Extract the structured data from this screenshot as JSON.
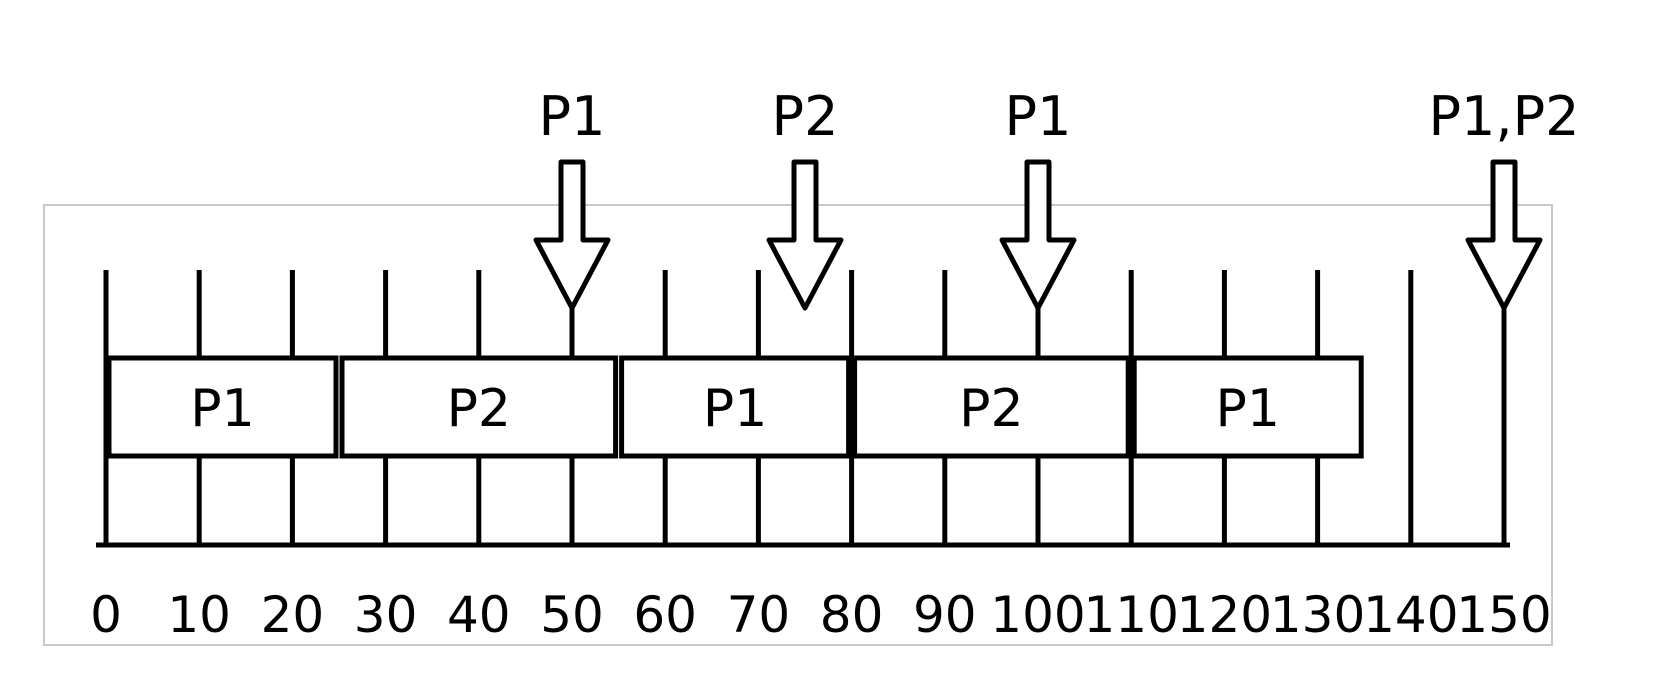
{
  "timeline": {
    "ticks": [
      0,
      10,
      20,
      30,
      40,
      50,
      60,
      70,
      80,
      90,
      100,
      110,
      120,
      130,
      140,
      150
    ],
    "tick_labels": [
      "0",
      "10",
      "20",
      "30",
      "40",
      "50",
      "60",
      "70",
      "80",
      "90",
      "100",
      "110",
      "120",
      "130",
      "140",
      "150"
    ]
  },
  "schedule": [
    {
      "label": "P1",
      "start": 0,
      "end": 25
    },
    {
      "label": "P2",
      "start": 25,
      "end": 55
    },
    {
      "label": "P1",
      "start": 55,
      "end": 80
    },
    {
      "label": "P2",
      "start": 80,
      "end": 110
    },
    {
      "label": "P1",
      "start": 110,
      "end": 135
    }
  ],
  "arrivals": [
    {
      "label": "P1",
      "time": 50
    },
    {
      "label": "P2",
      "time": 75
    },
    {
      "label": "P1",
      "time": 100
    },
    {
      "label": "P1,P2",
      "time": 150
    }
  ]
}
